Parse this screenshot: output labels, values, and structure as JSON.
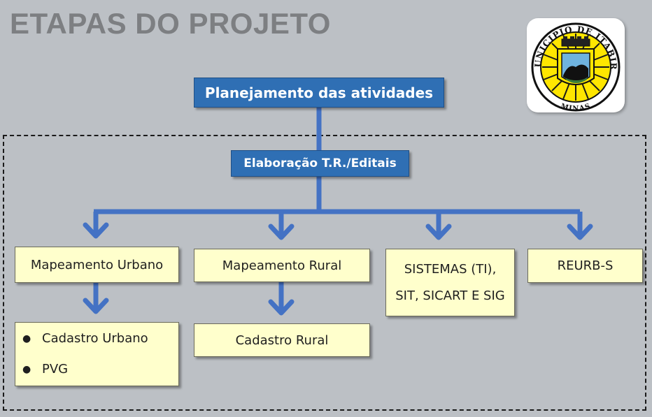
{
  "title": "ETAPAS DO PROJETO",
  "colors": {
    "background": "#bcc0c5",
    "title": "#7d7f82",
    "blue_box": "#2f6fb4",
    "yellow_box": "#ffffcc",
    "connector": "#4472c4"
  },
  "logo": {
    "icon": "municipal-seal-icon",
    "top_text": "MUNICIPIO DE ITABIRA",
    "bottom_text": "MINAS"
  },
  "nodes": {
    "planejamento": "Planejamento das atividades",
    "elaboracao": "Elaboração T.R./Editais",
    "mapeamento_urbano": "Mapeamento Urbano",
    "mapeamento_rural": "Mapeamento Rural",
    "sistemas": [
      "SISTEMAS (TI),",
      "SIT, SICART E SIG"
    ],
    "reurb": "REURB-S",
    "cadastro_urbano_items": [
      "Cadastro Urbano",
      "PVG"
    ],
    "cadastro_rural": "Cadastro Rural"
  }
}
